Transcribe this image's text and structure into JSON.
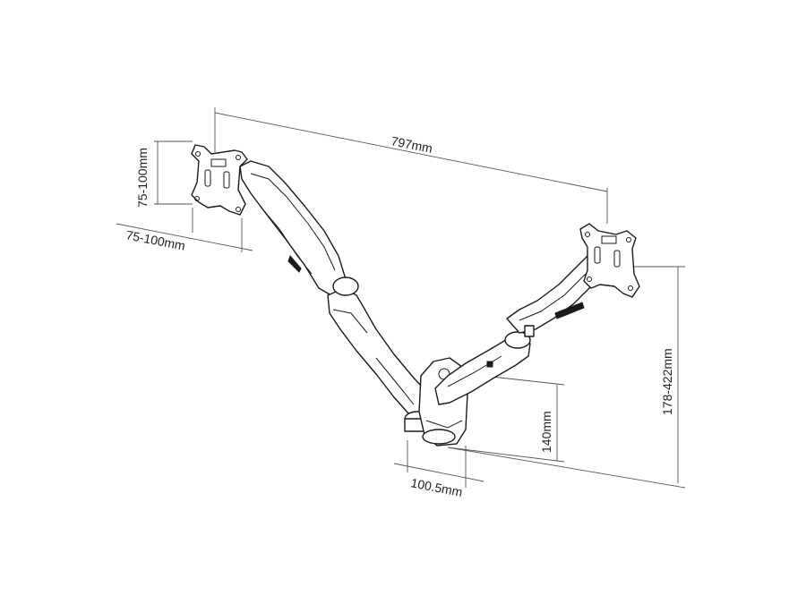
{
  "dimensions": {
    "overall_width": "797mm",
    "vesa_vertical": "75-100mm",
    "vesa_horizontal": "75-100mm",
    "height_range": "178-422mm",
    "base_height": "140mm",
    "base_width": "100.5mm"
  },
  "colors": {
    "line": "#1a1a1a",
    "dimension": "#555555",
    "background": "#ffffff"
  }
}
